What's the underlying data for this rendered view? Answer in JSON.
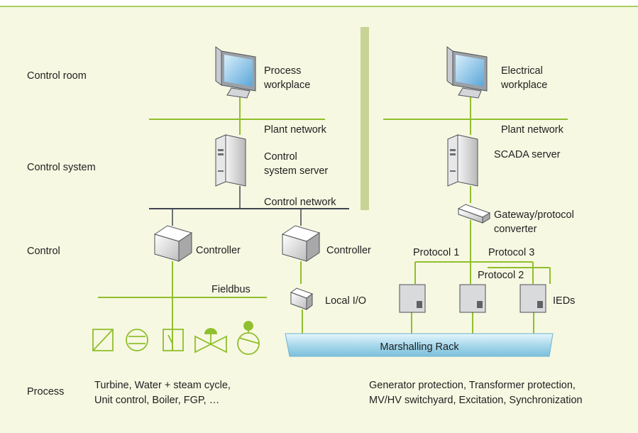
{
  "levels": {
    "control_room": "Control room",
    "control_system": "Control system",
    "control": "Control",
    "process": "Process"
  },
  "left": {
    "workplace": [
      "Process",
      "workplace"
    ],
    "plant_network": "Plant network",
    "server": [
      "Control",
      "system server"
    ],
    "control_network": "Control network",
    "controller_1": "Controller",
    "controller_2": "Controller",
    "fieldbus": "Fieldbus",
    "local_io": "Local I/O",
    "process_desc": [
      "Turbine, Water + steam cycle,",
      "Unit control, Boiler, FGP, …"
    ]
  },
  "right": {
    "workplace": [
      "Electrical",
      "workplace"
    ],
    "plant_network": "Plant network",
    "server": "SCADA server",
    "gateway": [
      "Gateway/protocol",
      "converter"
    ],
    "protocol_1": "Protocol 1",
    "protocol_2": "Protocol 2",
    "protocol_3": "Protocol 3",
    "ieds": "IEDs",
    "process_desc": [
      "Generator protection, Transformer protection,",
      "MV/HV switchyard, Excitation, Synchronization"
    ]
  },
  "marshalling_rack": "Marshalling Rack",
  "colors": {
    "background": "#f7f8e2",
    "accent_green": "#8fbf2e",
    "divider": "#c7d494",
    "dark_line": "#3f4650",
    "rack": "#a9d9ec"
  }
}
